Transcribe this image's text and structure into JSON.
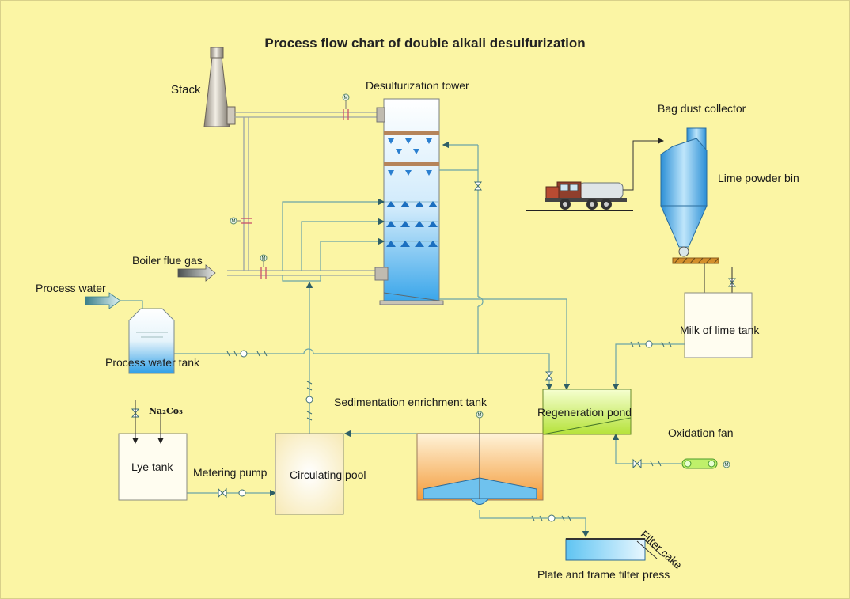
{
  "title": "Process flow chart of double alkali desulfurization",
  "labels": {
    "stack": "Stack",
    "desulfurization_tower": "Desulfurization tower",
    "bag_dust_collector": "Bag dust collector",
    "lime_powder_bin": "Lime powder bin",
    "boiler_flue_gas": "Boiler flue gas",
    "process_water": "Process water",
    "process_water_tank": "Process water tank",
    "milk_of_lime_tank": "Milk of lime tank",
    "sedimentation_enrichment_tank": "Sedimentation enrichment tank",
    "regeneration_pond": "Regeneration pond",
    "oxidation_fan": "Oxidation fan",
    "lye_tank": "Lye tank",
    "metering_pump": "Metering pump",
    "circulating_pool": "Circulating pool",
    "filter_cake": "Filter cake",
    "plate_and_frame_filter_press": "Plate and frame filter press",
    "na2co3": "Na₂Co₃",
    "motor": "M"
  },
  "colors": {
    "background": "#fbf5a4",
    "pipe": "#5a9aa0",
    "tower": "#57b5e8",
    "tank_fill": "#ffffff",
    "regeneration_fill": "#c4ec3c",
    "sedimentation_fill": "#f3a84e"
  }
}
